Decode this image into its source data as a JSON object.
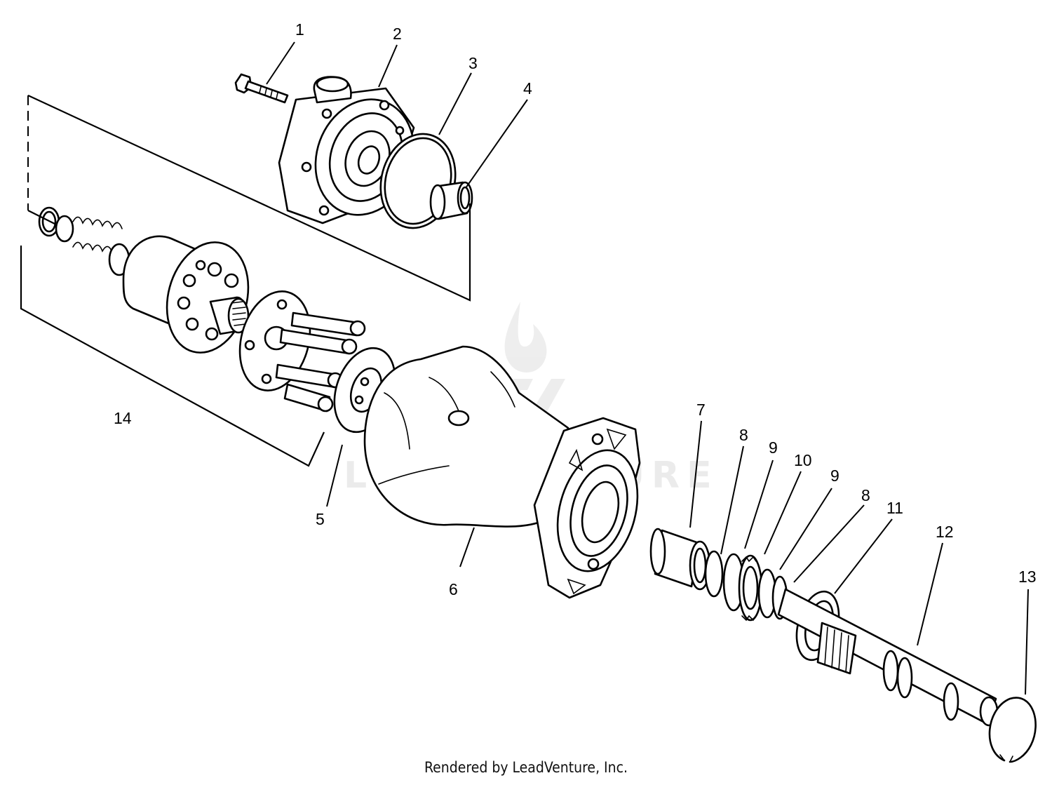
{
  "callouts": [
    {
      "id": "1",
      "label": "1"
    },
    {
      "id": "2",
      "label": "2"
    },
    {
      "id": "3",
      "label": "3"
    },
    {
      "id": "4",
      "label": "4"
    },
    {
      "id": "5",
      "label": "5"
    },
    {
      "id": "6",
      "label": "6"
    },
    {
      "id": "7",
      "label": "7"
    },
    {
      "id": "8a",
      "label": "8"
    },
    {
      "id": "9a",
      "label": "9"
    },
    {
      "id": "10",
      "label": "10"
    },
    {
      "id": "9b",
      "label": "9"
    },
    {
      "id": "8b",
      "label": "8"
    },
    {
      "id": "11",
      "label": "11"
    },
    {
      "id": "12",
      "label": "12"
    },
    {
      "id": "13",
      "label": "13"
    },
    {
      "id": "14",
      "label": "14"
    }
  ],
  "watermark": {
    "text": "LEADVENTURE"
  },
  "footer": {
    "text": "Rendered by LeadVenture, Inc."
  }
}
